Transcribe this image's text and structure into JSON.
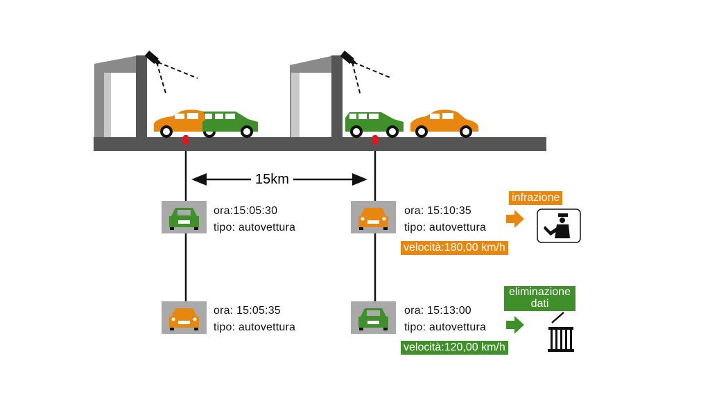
{
  "colors": {
    "orange": "#e8870f",
    "green": "#3f8f2a",
    "road": "#555555",
    "gate_light": "#8a8a8a",
    "sensor": "#e8141a",
    "thumb_bg": "#a9a9a9"
  },
  "distance_label": "15km",
  "checkpoints": [
    {
      "id": "checkpoint-1",
      "events": [
        {
          "car_color": "green",
          "time_text": "ora:15:05:30",
          "type_text": "tipo: autovettura"
        },
        {
          "car_color": "orange",
          "time_text": "ora: 15:05:35",
          "type_text": "tipo: autovettura"
        }
      ]
    },
    {
      "id": "checkpoint-2",
      "events": [
        {
          "car_color": "orange",
          "time_text": "ora: 15:10:35",
          "type_text": "tipo: autovettura",
          "speed_text": "velocità:180,00 km/h",
          "action": "infrazione",
          "action_icon": "police-officer-icon"
        },
        {
          "car_color": "green",
          "time_text": "ora: 15:13:00",
          "type_text": "tipo: autovettura",
          "speed_text": "velocità:120,00 km/h",
          "action": "eliminazione dati",
          "action_line1": "eliminazione",
          "action_line2": "dati",
          "action_icon": "trash-bin-icon"
        }
      ]
    }
  ]
}
